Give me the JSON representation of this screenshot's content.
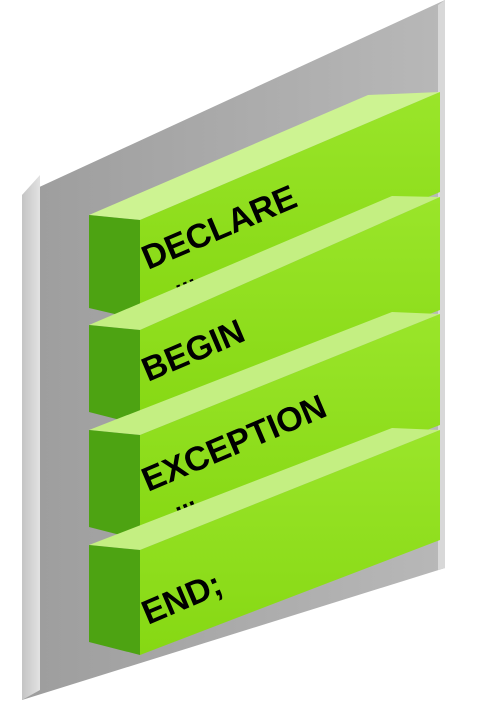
{
  "blocks": [
    {
      "label": "DECLARE",
      "ellipsis": "..."
    },
    {
      "label": "BEGIN",
      "ellipsis": "..."
    },
    {
      "label": "EXCEPTION",
      "ellipsis": "..."
    },
    {
      "label": "END;",
      "ellipsis": ""
    }
  ],
  "colors": {
    "block_front": "#8fe21a",
    "block_top": "#c9f28a",
    "block_side": "#4fa510",
    "panel_front": "#a9a9a9",
    "panel_side": "#d2d2d2"
  }
}
